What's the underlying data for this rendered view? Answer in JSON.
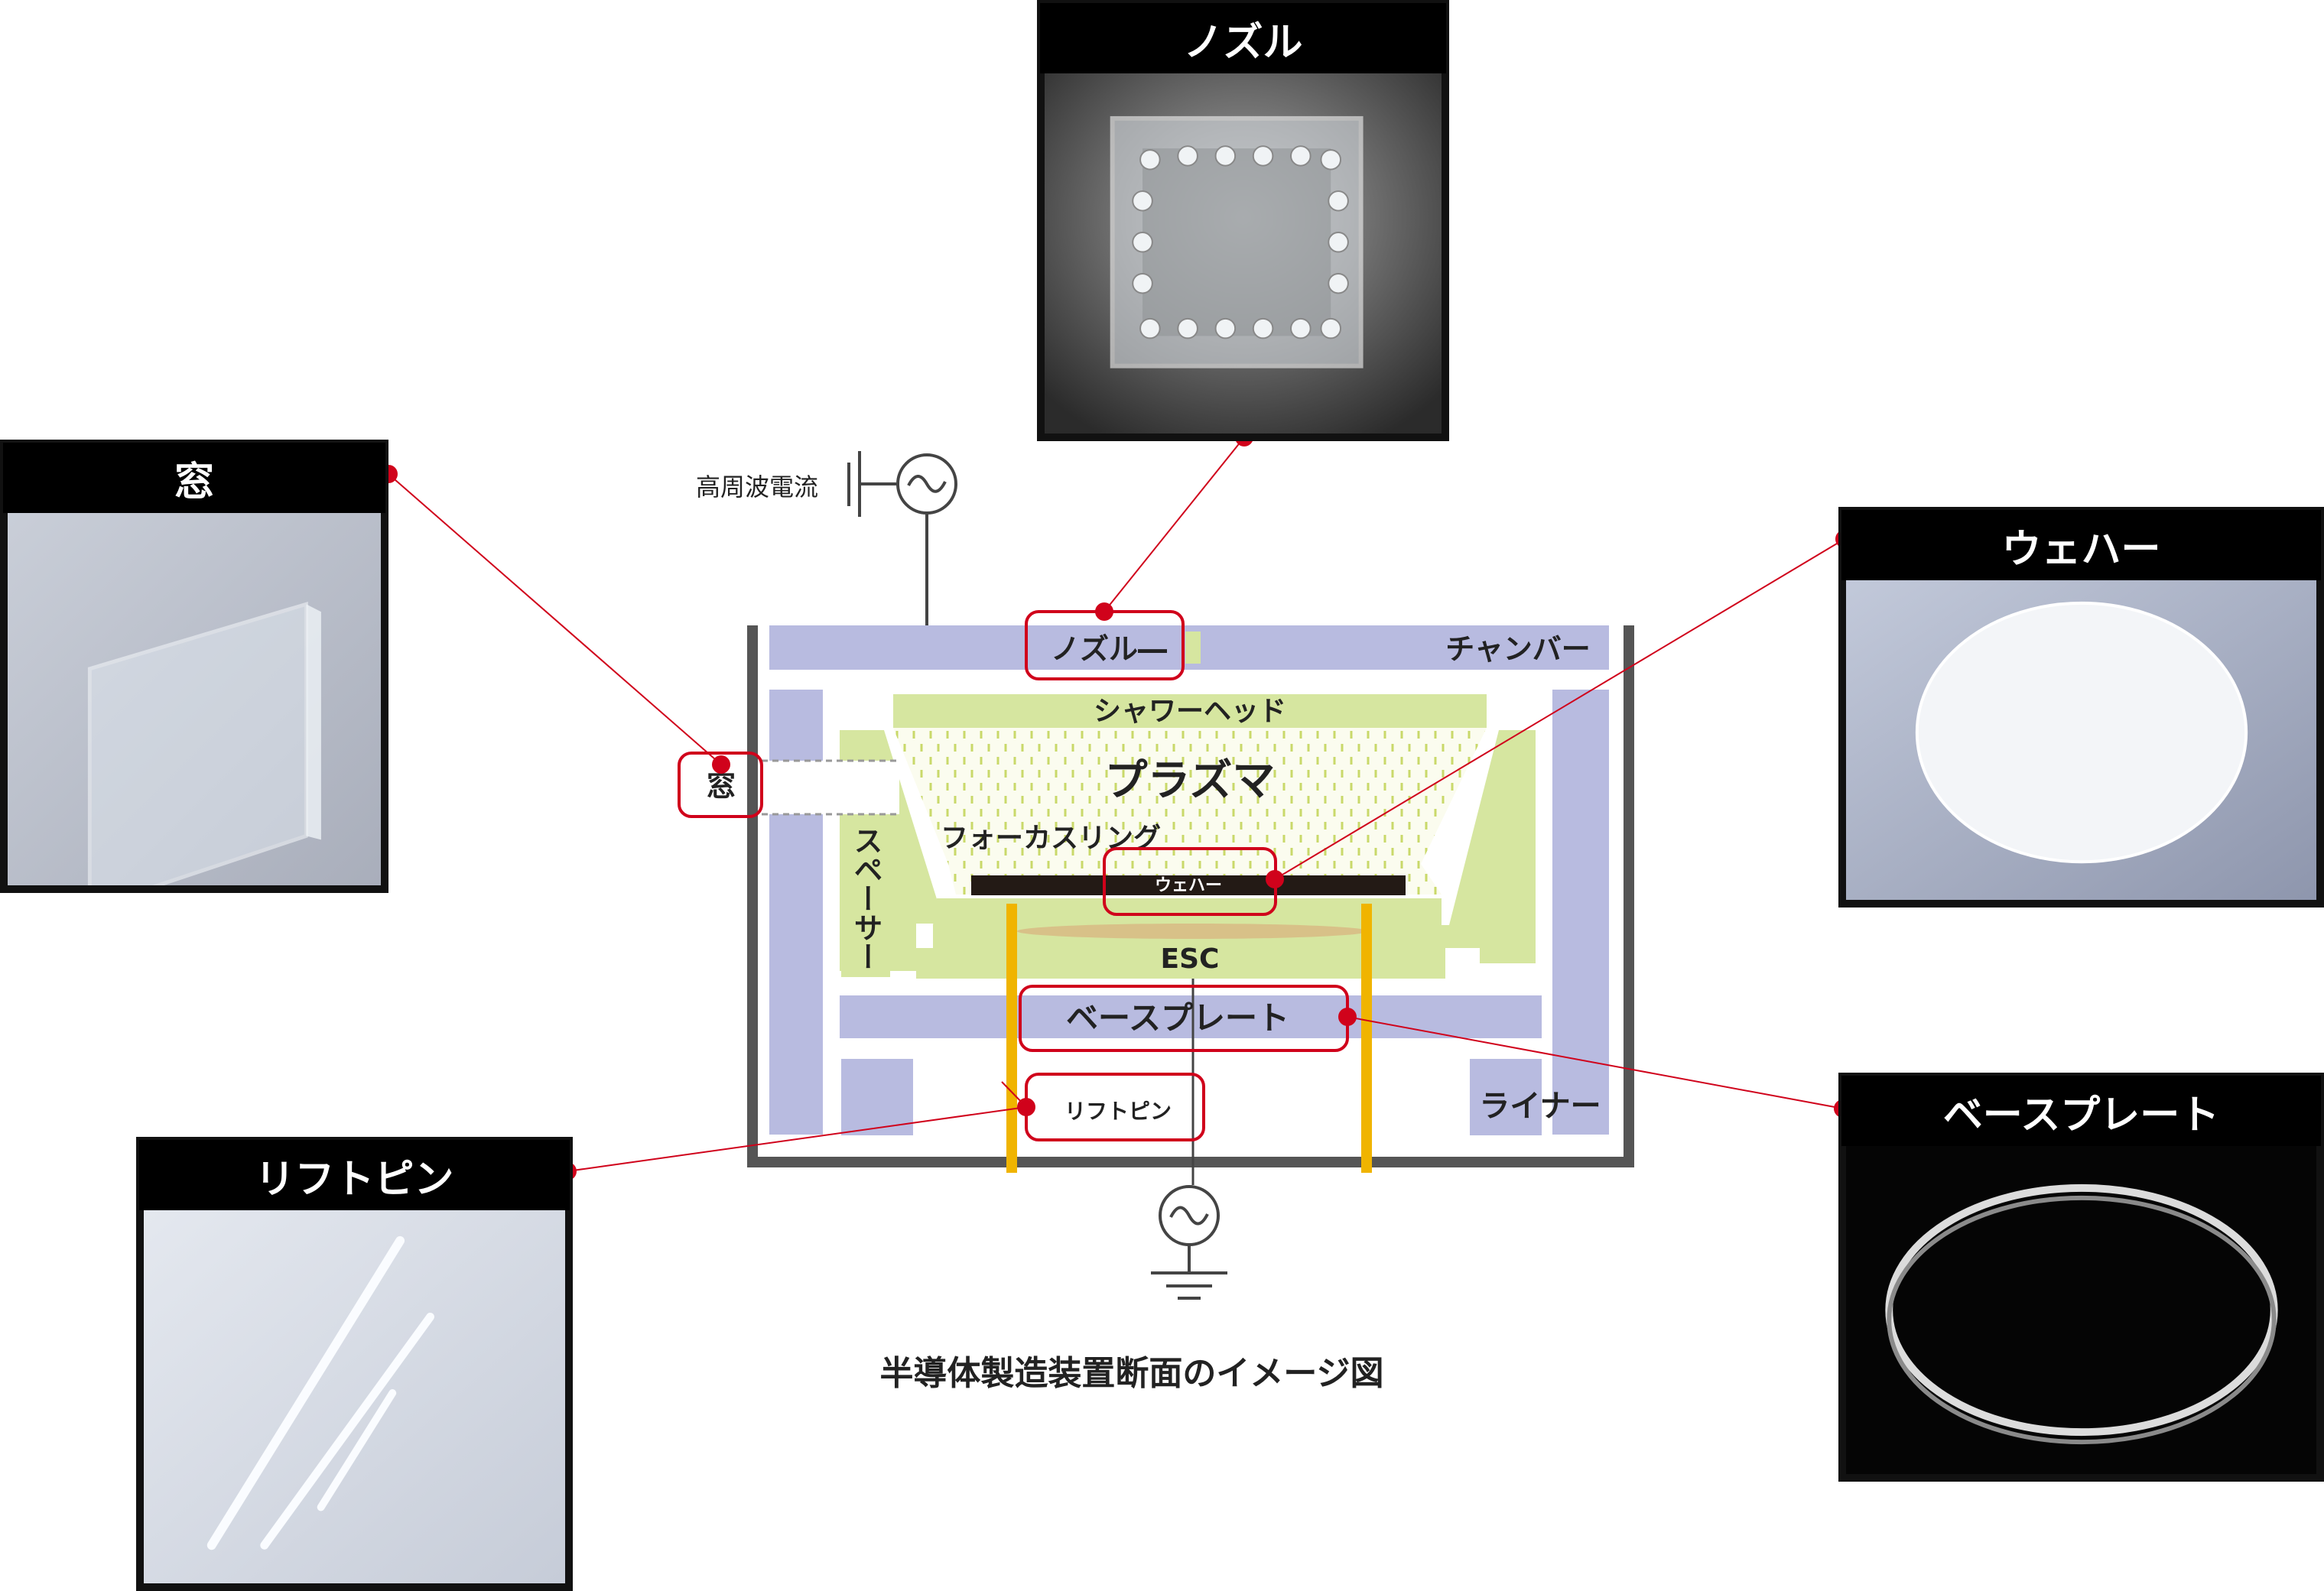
{
  "cards": {
    "window": {
      "title": "窓"
    },
    "nozzle": {
      "title": "ノズル"
    },
    "wafer": {
      "title": "ウェハー"
    },
    "base_plate": {
      "title": "ベースプレート"
    },
    "lift_pin": {
      "title": "リフトピン"
    }
  },
  "diagram": {
    "rf_label": "高周波電流",
    "labels": {
      "nozzle": "ノズル―",
      "chamber": "チャンバー",
      "showerhead": "シャワーヘッド",
      "window": "窓",
      "plasma": "プラズマ",
      "spacer": "スペーサー",
      "focus_ring": "フォーカスリング",
      "wafer": "ウェハー",
      "esc": "ESC",
      "base_plate": "ベースプレート",
      "lift_pin": "リフトピン",
      "liner": "ライナー"
    },
    "colors": {
      "lavender": "#b8bbe0",
      "green": "#d6e6a0",
      "gold": "#f0b400",
      "red": "#d0021b",
      "wall": "#555555"
    }
  },
  "caption": "半導体製造装置断面のイメージ図"
}
